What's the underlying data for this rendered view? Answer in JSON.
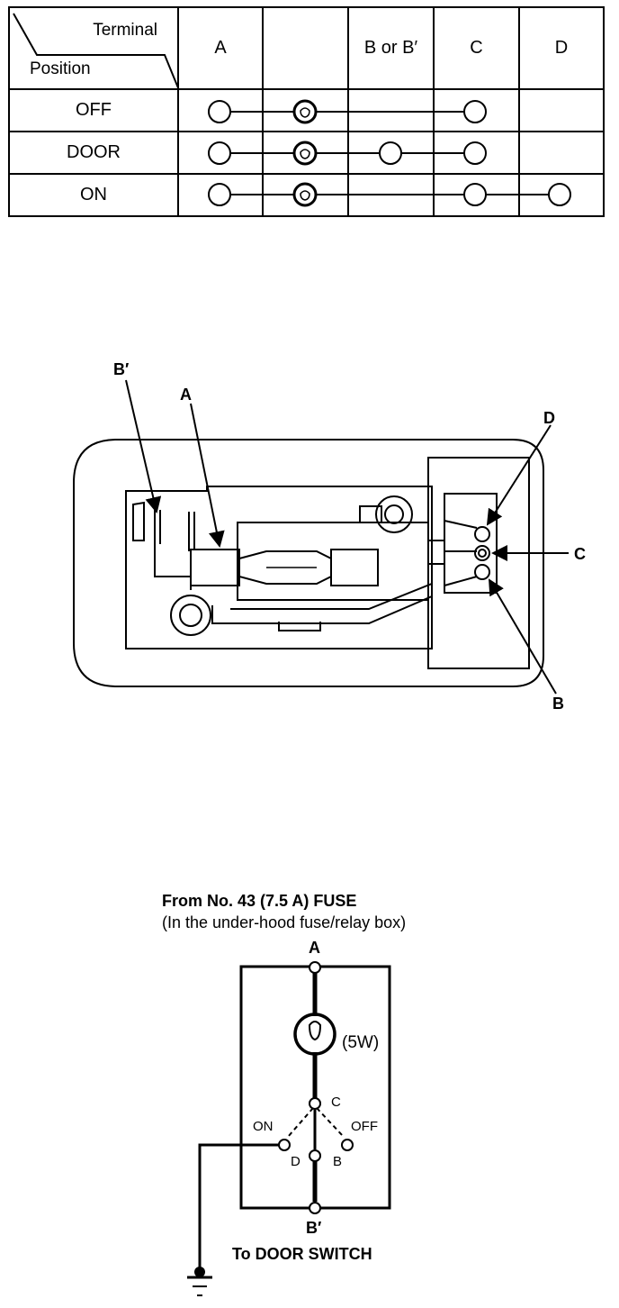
{
  "table": {
    "header_terminal": "Terminal",
    "header_position": "Position",
    "columns": [
      "A",
      "",
      "B or B′",
      "C",
      "D"
    ],
    "rows": [
      {
        "position": "OFF",
        "connected": [
          "A",
          "bulb",
          "C"
        ]
      },
      {
        "position": "DOOR",
        "connected": [
          "A",
          "bulb",
          "B or B′",
          "C"
        ]
      },
      {
        "position": "ON",
        "connected": [
          "A",
          "bulb",
          "C",
          "D"
        ]
      }
    ]
  },
  "housing_diagram": {
    "labels": {
      "b_prime": "B′",
      "a": "A",
      "d": "D",
      "c": "C",
      "b": "B"
    }
  },
  "circuit": {
    "source_line1": "From No. 43 (7.5 A) FUSE",
    "source_line2": "(In the under-hood fuse/relay box)",
    "terminal_a": "A",
    "bulb_rating": "(5W)",
    "terminal_c": "C",
    "pos_on": "ON",
    "pos_off": "OFF",
    "terminal_d": "D",
    "terminal_b": "B",
    "terminal_b_prime": "B′",
    "destination": "To DOOR SWITCH"
  }
}
